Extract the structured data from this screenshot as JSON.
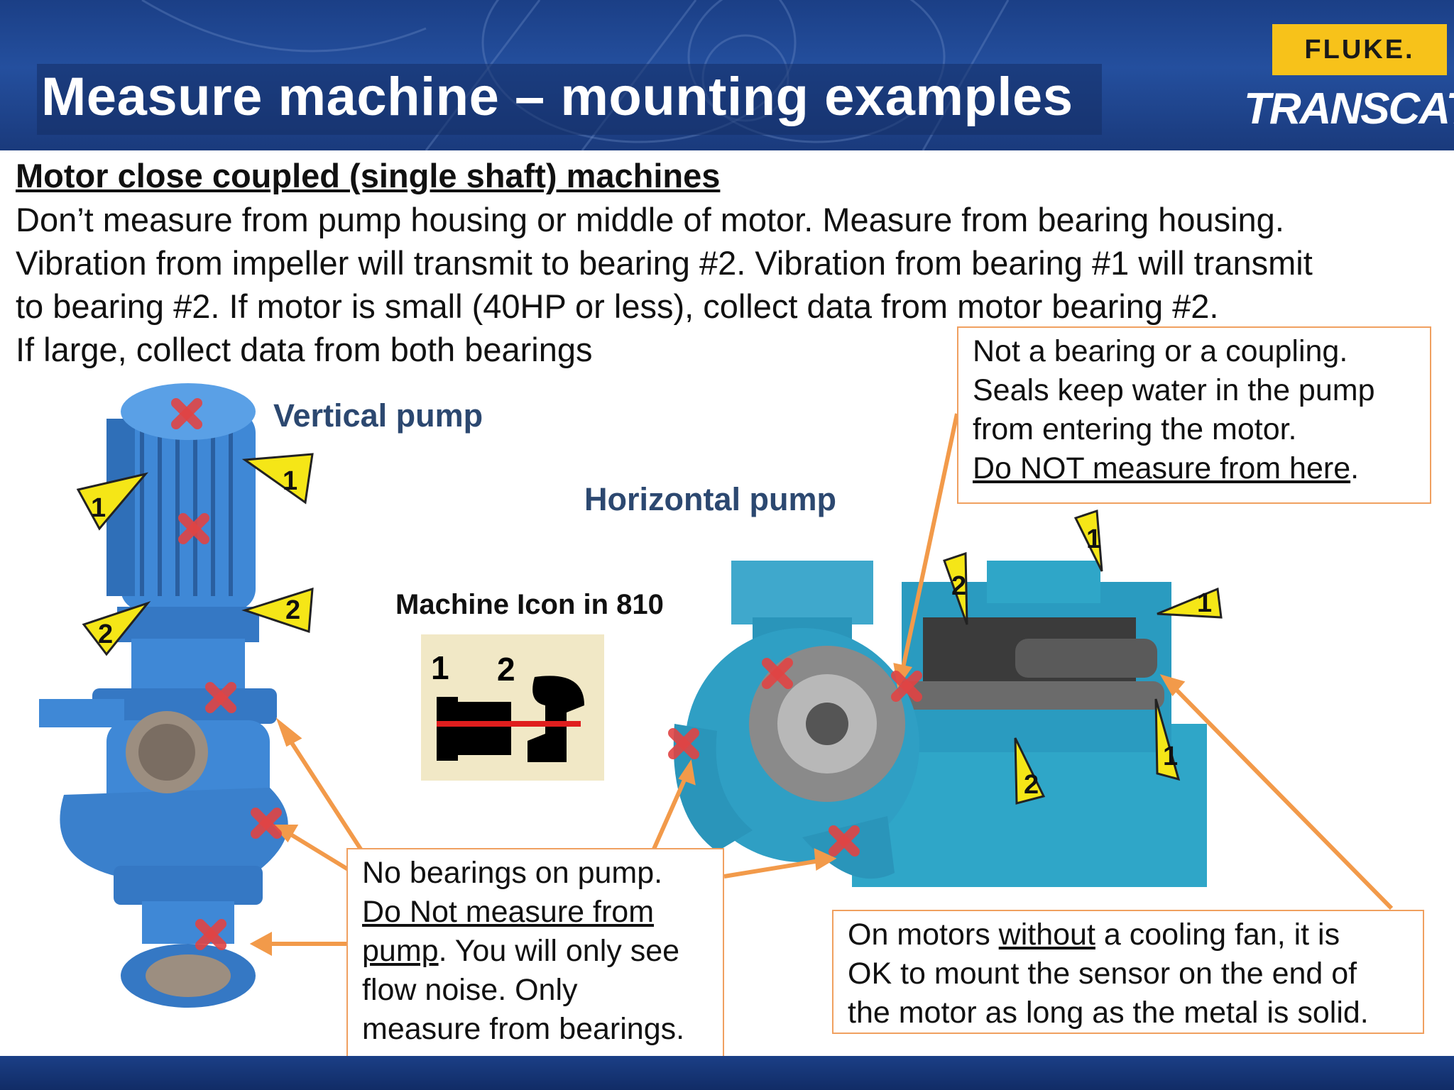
{
  "header": {
    "title": "Measure machine – mounting examples",
    "logo_fluke": "FLUKE.",
    "logo_transcat": "TRANSCAT"
  },
  "content": {
    "subheading": "Motor close coupled (single shaft) machines",
    "lines": [
      "Don’t measure from pump housing or middle of motor. Measure from bearing housing.",
      "Vibration from impeller will transmit to bearing #2. Vibration from bearing #1 will transmit",
      "to bearing #2. If motor is small (40HP or less), collect data from motor bearing #2.",
      "If large, collect data from both bearings"
    ]
  },
  "labels": {
    "vertical_pump": "Vertical pump",
    "horizontal_pump": "Horizontal pump",
    "machine_icon": "Machine Icon in 810",
    "icon_num_1": "1",
    "icon_num_2": "2"
  },
  "callouts": {
    "seal": {
      "line1": "Not a bearing or a coupling.",
      "line2": "Seals keep water in the pump",
      "line3": "from entering the motor.",
      "line4_u": "Do NOT measure from here",
      "line4_end": "."
    },
    "pump": {
      "line1": "No bearings on pump.",
      "line2_u": "Do Not measure from",
      "line3_u": "pump",
      "line3_rest": ". You will only see",
      "line4": "flow noise. Only",
      "line5": "measure from bearings."
    },
    "fan": {
      "line1_a": "On motors ",
      "line1_u": "without",
      "line1_b": " a cooling fan, it is",
      "line2": "OK to mount the sensor on the end of",
      "line3": "the motor as long as the metal is solid."
    }
  },
  "markers": {
    "triangle_labels": [
      "1",
      "1",
      "2",
      "2",
      "1",
      "2",
      "1",
      "1",
      "2"
    ],
    "x_marker": "✖"
  },
  "colors": {
    "header_blue": "#1f4790",
    "pump_blue": "#3f88d6",
    "teal_pump": "#2fa6c8",
    "callout_border": "#f0a060",
    "arrow_orange": "#f29a4a",
    "marker_red": "#e04444",
    "triangle_yellow": "#f5e617",
    "fluke_yellow": "#f7c21a"
  }
}
